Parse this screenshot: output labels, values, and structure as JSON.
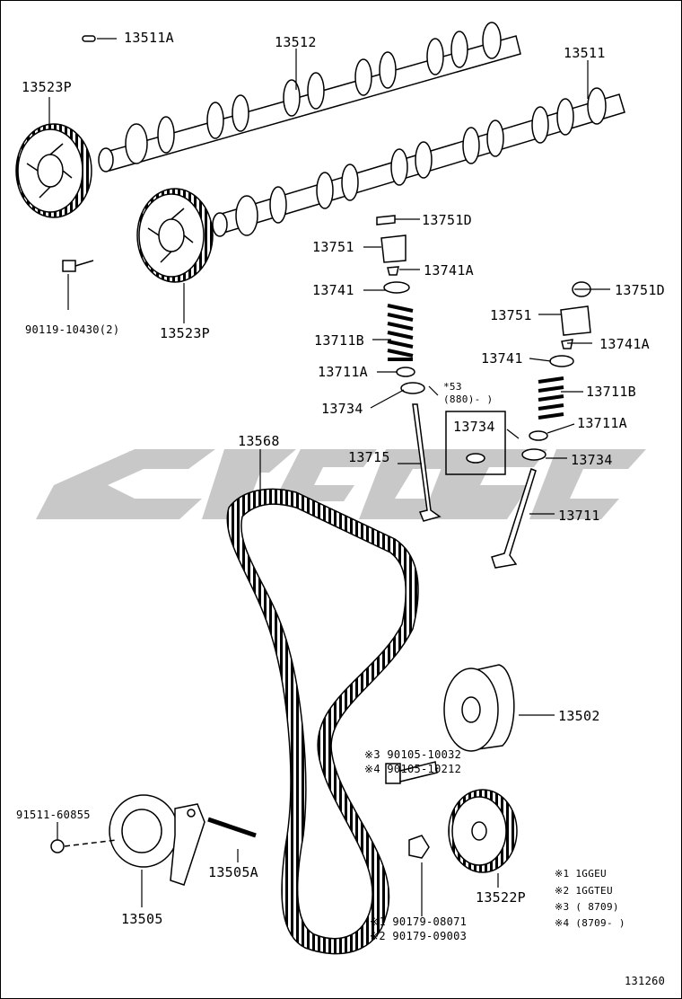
{
  "labels": {
    "p13511A": "13511A",
    "p13512": "13512",
    "p13511": "13511",
    "p13523P_top": "13523P",
    "p13523P_mid": "13523P",
    "bolt_90119": "90119-10430(2)",
    "p13751D_a": "13751D",
    "p13751_a": "13751",
    "p13741A_a": "13741A",
    "p13741_a": "13741",
    "p13711B_a": "13711B",
    "p13711A_a": "13711A",
    "p13734_a": "13734",
    "note53": "*53",
    "note880": "(880)-      )",
    "p13734_box": "13734",
    "p13715": "13715",
    "p13751D_b": "13751D",
    "p13751_b": "13751",
    "p13741A_b": "13741A",
    "p13741_b": "13741",
    "p13711B_b": "13711B",
    "p13711A_b": "13711A",
    "p13734_b": "13734",
    "p13711": "13711",
    "p13568": "13568",
    "p13502": "13502",
    "bolt_90105_10032": "※3 90105-10032",
    "bolt_90105_10212": "※4 90105-10212",
    "p91511": "91511-60855",
    "p13505A": "13505A",
    "p13505": "13505",
    "nut_90179_08071": "※1 90179-08071",
    "nut_90179_09003": "※2 90179-09003",
    "p13522P": "13522P",
    "fn1": "※1  1GGEU",
    "fn2": "※2  1GGTEU",
    "fn3": "※3  (       8709)",
    "fn4": "※4  (8709-      )",
    "diagram_id": "131260"
  },
  "colors": {
    "line": "#000000",
    "watermark": "#c8c8c8",
    "background": "#ffffff"
  }
}
